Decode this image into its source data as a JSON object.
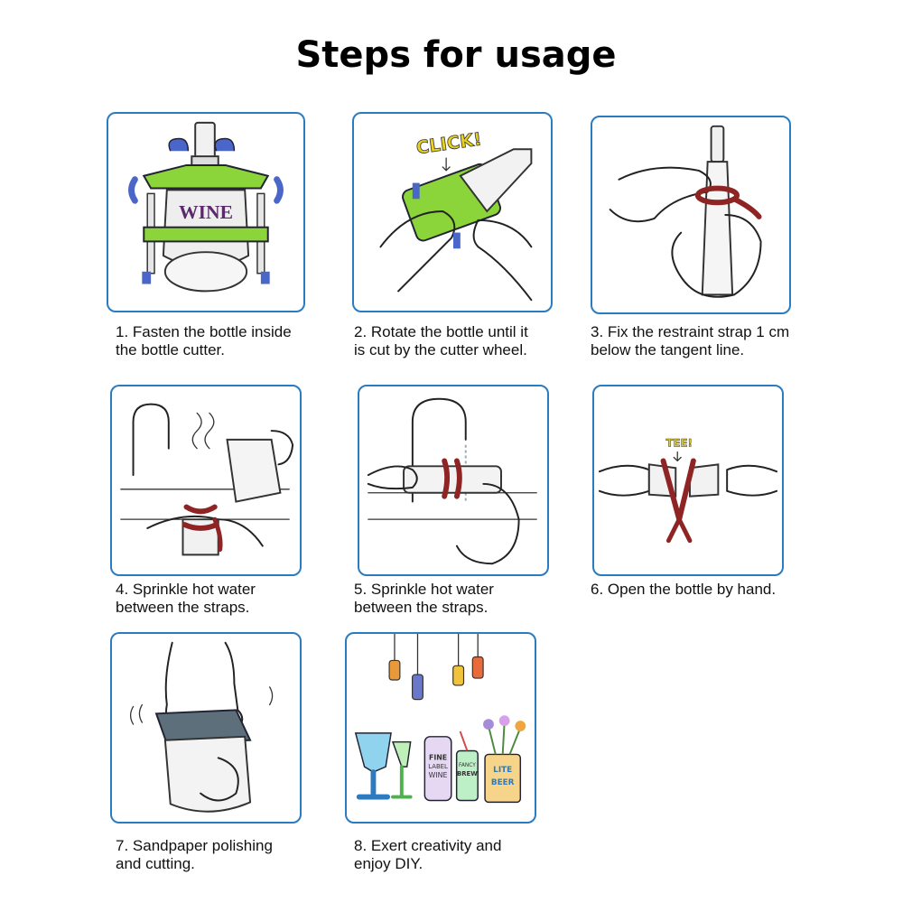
{
  "title": "Steps for usage",
  "steps": [
    {
      "line1": "1. Fasten the bottle inside",
      "line2": "the bottle cutter.",
      "label": "WINE",
      "icon": "bottle-cutter-icon"
    },
    {
      "line1": "2. Rotate the bottle until it",
      "line2": "is cut by the cutter wheel.",
      "label": "CLICK!",
      "icon": "rotate-bottle-icon"
    },
    {
      "line1": "3. Fix the restraint strap 1 cm",
      "line2": "below the tangent line.",
      "icon": "strap-bottle-icon"
    },
    {
      "line1": "4. Sprinkle hot water",
      "line2": "between the straps.",
      "icon": "hot-water-pour-icon"
    },
    {
      "line1": "5. Sprinkle hot water",
      "line2": "between the straps.",
      "icon": "faucet-water-icon"
    },
    {
      "line1": "6. Open the bottle by hand.",
      "line2": "",
      "label": "TEE!",
      "icon": "open-bottle-icon"
    },
    {
      "line1": "7. Sandpaper polishing",
      "line2": "and cutting.",
      "icon": "sandpaper-icon"
    },
    {
      "line1": "8. Exert creativity and",
      "line2": "enjoy DIY.",
      "label_a": "FINE",
      "label_b": "LABEL",
      "label_c": "WINE",
      "label_d": "FANCY",
      "label_e": "BREW",
      "label_f": "LITE",
      "label_g": "BEER",
      "icon": "diy-glassware-icon"
    }
  ],
  "colors": {
    "frame": "#2b7bc0",
    "cutter": "#8bd43a",
    "knob": "#4a66c9",
    "strap": "#8e2424",
    "label_yellow": "#e9d21a"
  }
}
